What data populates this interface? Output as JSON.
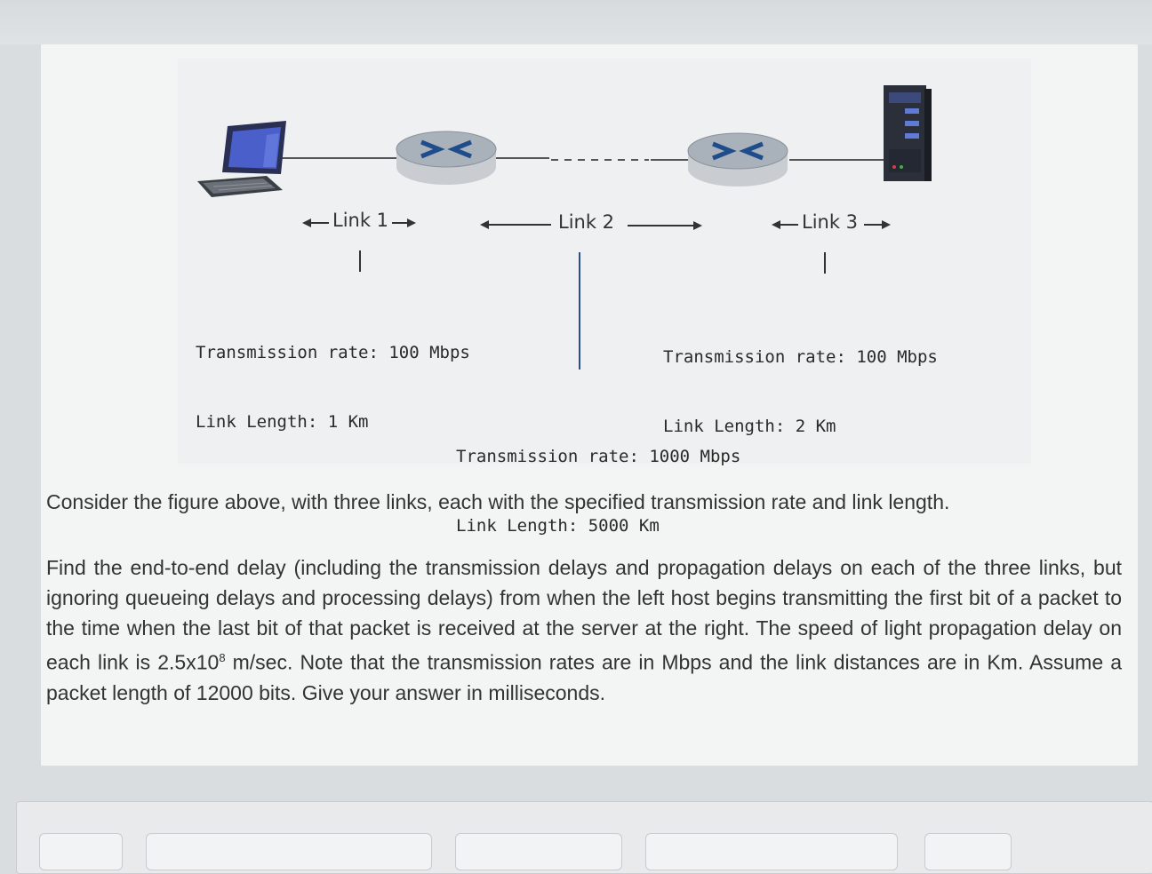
{
  "diagram": {
    "link1_label": "Link 1",
    "link2_label": "Link 2",
    "link3_label": "Link 3",
    "link1_rate": "Transmission rate: 100 Mbps",
    "link1_length": "Link Length: 1 Km",
    "link2_rate": "Transmission rate: 1000 Mbps",
    "link2_length": "Link Length: 5000 Km",
    "link3_rate": "Transmission rate: 100 Mbps",
    "link3_length": "Link Length: 2 Km",
    "icons": [
      "desktop-computer-icon",
      "router-icon",
      "router-icon",
      "server-icon"
    ]
  },
  "question": {
    "intro": "Consider the figure above, with three links, each with the specified transmission rate and link length.",
    "body_part1": "Find the end-to-end delay (including the transmission delays and propagation delays on each of the three links, but ignoring queueing delays and processing delays) from when the left host begins transmitting the first bit of a packet to the time when the last bit of that packet is received at the server at the right. The speed of light propagation delay on each link is 2.5x10",
    "exponent": "8",
    "body_part2": " m/sec. Note that the transmission rates are in Mbps and the link distances are in Km. Assume a packet length of 12000 bits. Give your answer in milliseconds."
  }
}
